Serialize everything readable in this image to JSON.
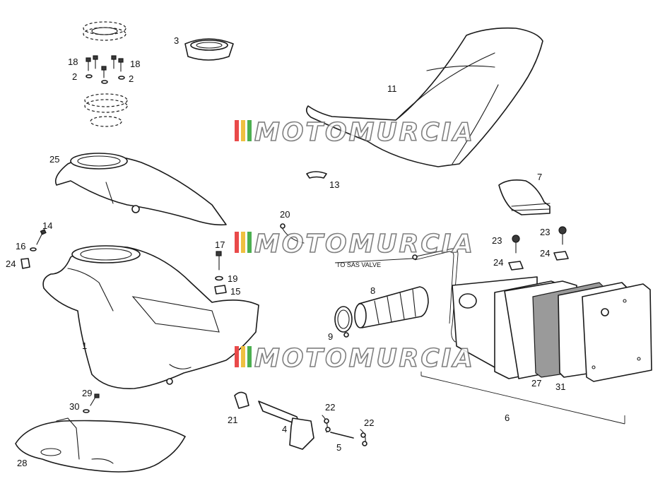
{
  "callouts": {
    "c1": "1",
    "c2a": "2",
    "c2b": "2",
    "c3": "3",
    "c4": "4",
    "c5": "5",
    "c6": "6",
    "c7": "7",
    "c8": "8",
    "c9": "9",
    "c11": "11",
    "c13": "13",
    "c14": "14",
    "c15": "15",
    "c16": "16",
    "c17": "17",
    "c18a": "18",
    "c18b": "18",
    "c19": "19",
    "c20": "20",
    "c21": "21",
    "c22a": "22",
    "c22b": "22",
    "c23a": "23",
    "c23b": "23",
    "c24a": "24",
    "c24b": "24",
    "c24c": "24",
    "c25": "25",
    "c27": "27",
    "c28": "28",
    "c29": "29",
    "c30": "30",
    "c31": "31"
  },
  "annotation": "TO SAS VALVE",
  "watermark": {
    "text": "MOTOMURCIA",
    "stripe_colors": [
      "#e94a4a",
      "#f0c040",
      "#4caf50"
    ]
  }
}
